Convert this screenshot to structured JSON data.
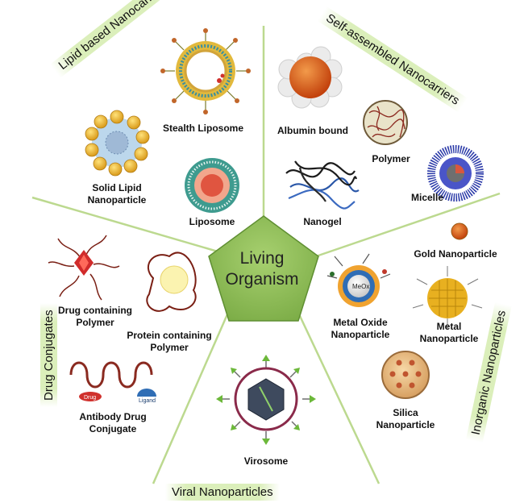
{
  "center": {
    "line1": "Living",
    "line2": "Organism"
  },
  "categories": {
    "lipid": "Lipid based Nanocarriers",
    "self_assembled": "Self-assembled Nanocarriers",
    "inorganic": "Inorganic Nanoparticles",
    "viral": "Viral Nanoparticles",
    "drug_conj": "Drug Conjugates"
  },
  "items": {
    "stealth_liposome": "Stealth Liposome",
    "solid_lipid_1": "Solid Lipid",
    "solid_lipid_2": "Nanoparticle",
    "liposome": "Liposome",
    "albumin": "Albumin bound",
    "polymer": "Polymer",
    "micelle": "Micelle",
    "nanogel": "Nanogel",
    "gold": "Gold Nanoparticle",
    "metal_oxide_1": "Metal Oxide",
    "metal_oxide_2": "Nanoparticle",
    "metal_1": "Metal",
    "metal_2": "Nanoparticle",
    "silica_1": "Silica",
    "silica_2": "Nanoparticle",
    "virosome": "Virosome",
    "drug_poly_1": "Drug containing",
    "drug_poly_2": "Polymer",
    "protein_poly_1": "Protein containing",
    "protein_poly_2": "Polymer",
    "adc_1": "Antibody Drug",
    "adc_2": "Conjugate"
  },
  "inline_labels": {
    "meo": "MeOx",
    "drug": "Drug",
    "ligand": "Ligand"
  },
  "colors": {
    "center_fill": "#8fbf5a",
    "divider": "#bcd98f",
    "category_glow": "#c8e696"
  }
}
